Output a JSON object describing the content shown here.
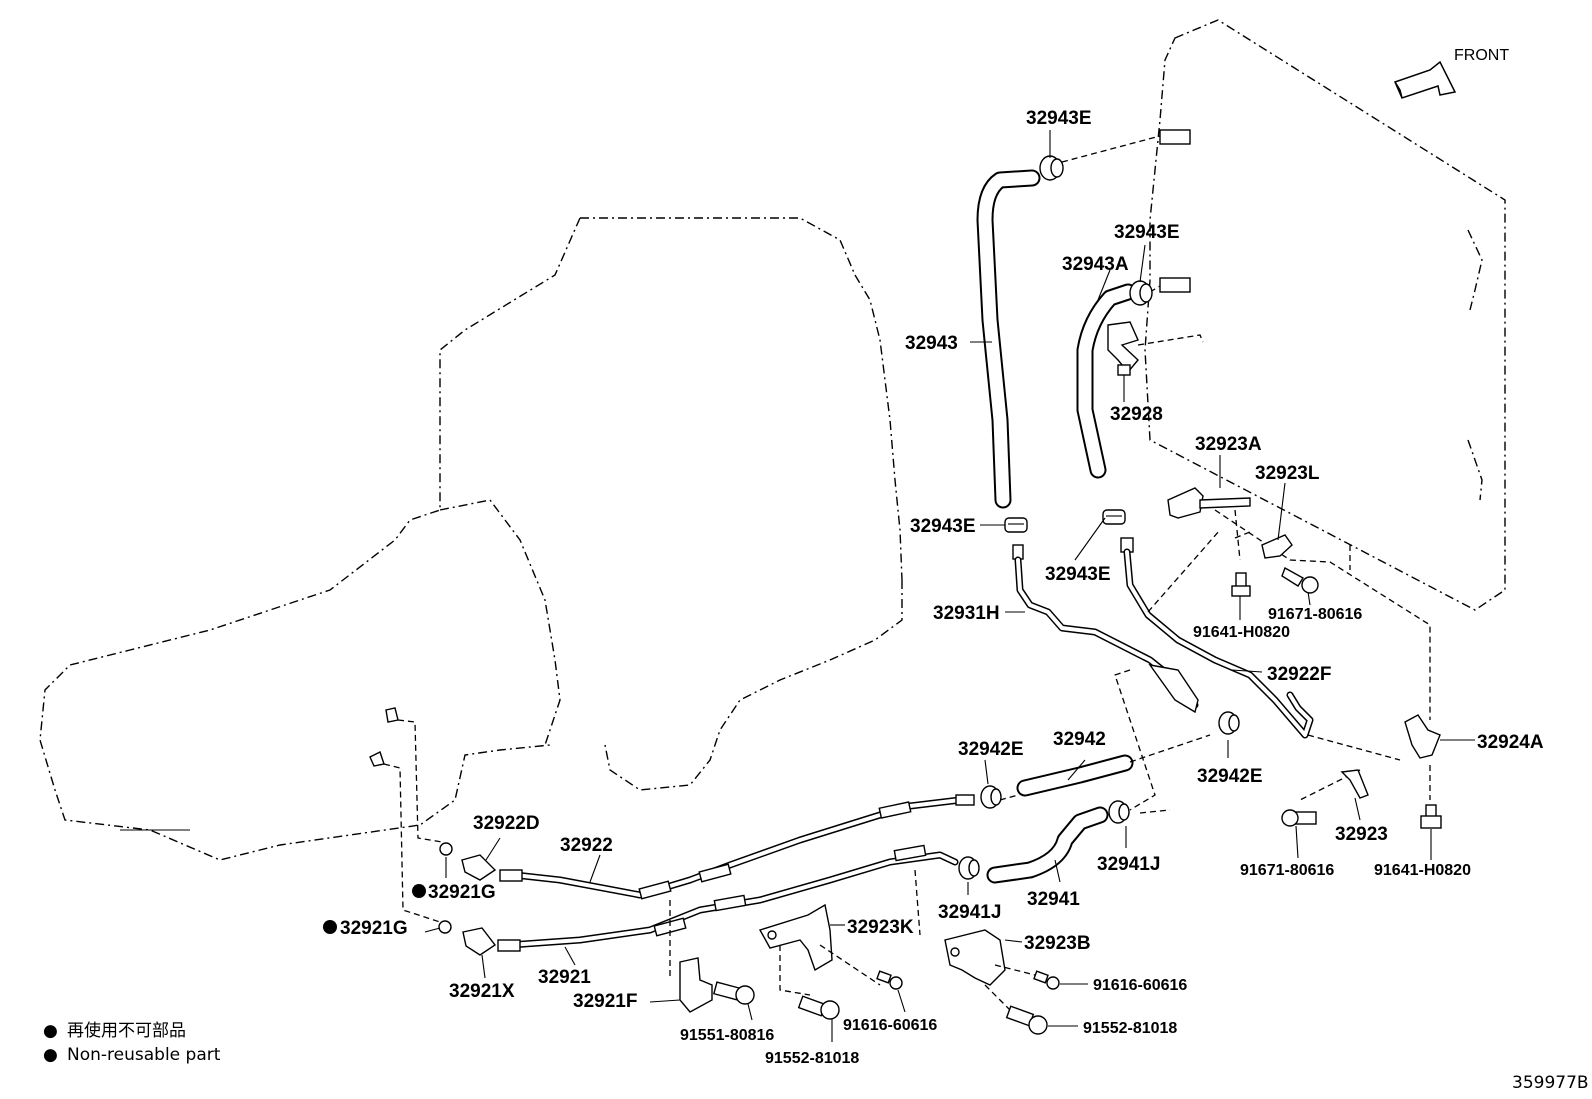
{
  "diagram": {
    "direction_label": "FRONT",
    "figure_number": "359977B",
    "legend": {
      "marker": "●",
      "japanese": "再使用不可部品",
      "english": "Non-reusable part"
    },
    "part_labels": {
      "p32943E_top": "32943E",
      "p32943E_mid": "32943E",
      "p32943A": "32943A",
      "p32943": "32943",
      "p32928": "32928",
      "p32923A": "32923A",
      "p32923L": "32923L",
      "p32943E_left": "32943E",
      "p32943E_right": "32943E",
      "p32931H": "32931H",
      "p91641_H0820_top": "91641-H0820",
      "p91671_80616_top": "91671-80616",
      "p32922F": "32922F",
      "p32924A": "32924A",
      "p32942E_left": "32942E",
      "p32942": "32942",
      "p32942E_right": "32942E",
      "p32941J_right": "32941J",
      "p32941J_left": "32941J",
      "p32941": "32941",
      "p32923": "32923",
      "p91671_80616_bottom": "91671-80616",
      "p91641_H0820_bottom": "91641-H0820",
      "p32922D": "32922D",
      "p32922": "32922",
      "p32921G_upper": "32921G",
      "p32921G_lower": "32921G",
      "p32921X": "32921X",
      "p32921": "32921",
      "p32921F": "32921F",
      "p32923K": "32923K",
      "p32923B": "32923B",
      "p91616_60616_left": "91616-60616",
      "p91616_60616_right": "91616-60616",
      "p91551_80816": "91551-80816",
      "p91552_81018_left": "91552-81018",
      "p91552_81018_right": "91552-81018"
    }
  }
}
